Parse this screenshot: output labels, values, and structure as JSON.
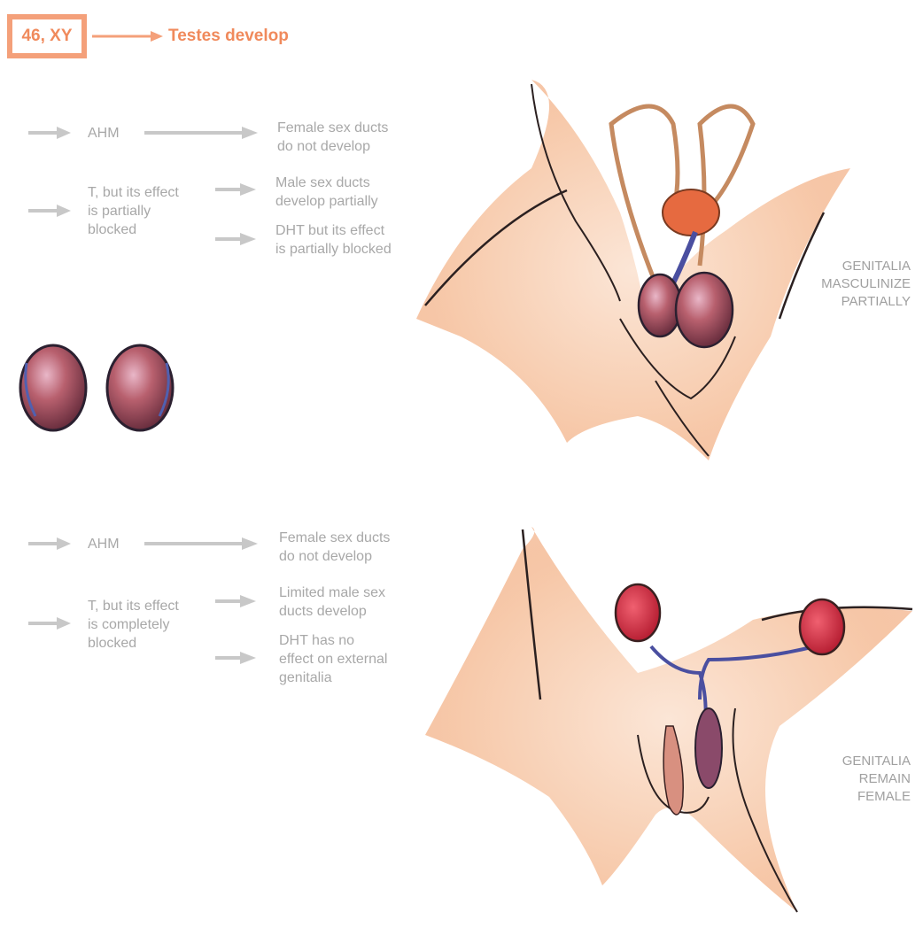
{
  "header": {
    "karyotype": "46, XY",
    "result": "Testes develop"
  },
  "top": {
    "ahm": "AHM",
    "ahm_effect": [
      "Female sex ducts",
      "do not develop"
    ],
    "t_label": [
      "T, but its effect",
      "is partially",
      "blocked"
    ],
    "t_effect": [
      "Male sex ducts",
      "develop partially"
    ],
    "dht_effect": [
      "DHT but its effect",
      "is partially blocked"
    ],
    "genitalia": [
      "GENITALIA",
      "MASCULINIZE",
      "PARTIALLY"
    ]
  },
  "bottom": {
    "ahm": "AHM",
    "ahm_effect": [
      "Female sex ducts",
      "do not develop"
    ],
    "t_label": [
      "T, but its effect",
      "is completely",
      "blocked"
    ],
    "t_effect": [
      "Limited male sex",
      "ducts develop"
    ],
    "dht_effect": [
      "DHT has no",
      "effect on external",
      "genitalia"
    ],
    "genitalia": [
      "GENITALIA",
      "REMAIN",
      "FEMALE"
    ]
  },
  "colors": {
    "accent": "#f4a07a",
    "accent_text": "#f08a5c",
    "arrow_gray": "#c8c8c8",
    "label_gray": "#a8a8a8",
    "skin": "#f3b48c",
    "skin_edge": "#e0702c",
    "testis": "#9a4a5a",
    "ovary_red": "#d9384a",
    "duct_blue": "#4a4fa0"
  }
}
